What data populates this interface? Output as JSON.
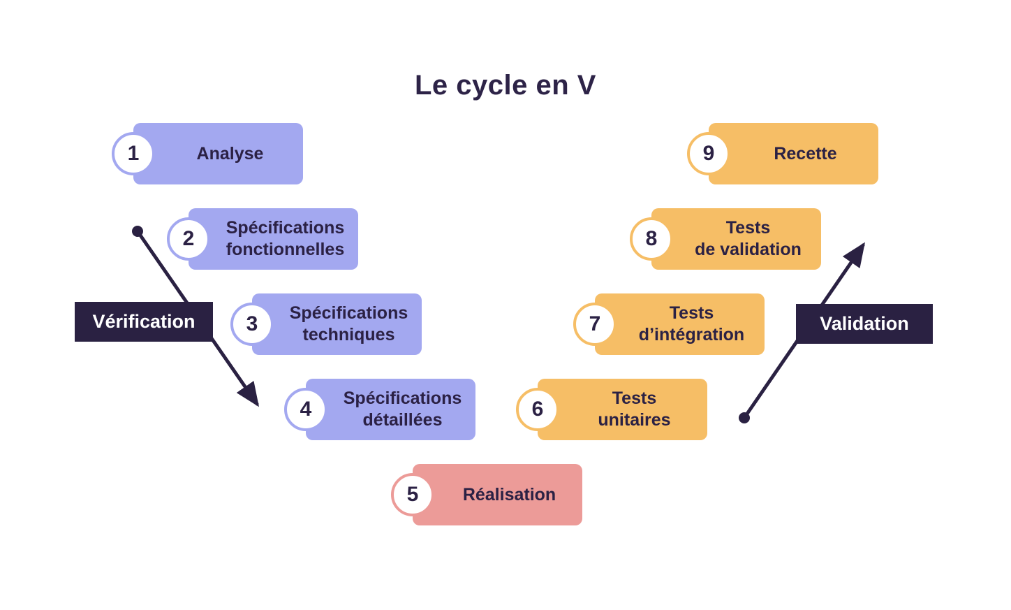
{
  "title": "Le cycle en V",
  "colors": {
    "purple": "#A3A8F0",
    "purple_border": "#B6BAF3",
    "orange": "#F6BE66",
    "pink": "#EC9B98",
    "dark": "#2A2142",
    "text": "#2B2144",
    "title_text": "#2D2347",
    "label_text": "#FFFFFF",
    "badge_fill": "#FFFFFF",
    "background": "#FFFFFF"
  },
  "steps": [
    {
      "number": "1",
      "label": "Analyse",
      "color": "purple"
    },
    {
      "number": "2",
      "label": "Spécifications\nfonctionnelles",
      "color": "purple"
    },
    {
      "number": "3",
      "label": "Spécifications\ntechniques",
      "color": "purple"
    },
    {
      "number": "4",
      "label": "Spécifications\ndétaillées",
      "color": "purple"
    },
    {
      "number": "5",
      "label": "Réalisation",
      "color": "pink"
    },
    {
      "number": "6",
      "label": "Tests\nunitaires",
      "color": "orange"
    },
    {
      "number": "7",
      "label": "Tests\nd’intégration",
      "color": "orange"
    },
    {
      "number": "8",
      "label": "Tests\nde validation",
      "color": "orange"
    },
    {
      "number": "9",
      "label": "Recette",
      "color": "orange"
    }
  ],
  "annotations": {
    "verification": "Vérification",
    "validation": "Validation"
  }
}
